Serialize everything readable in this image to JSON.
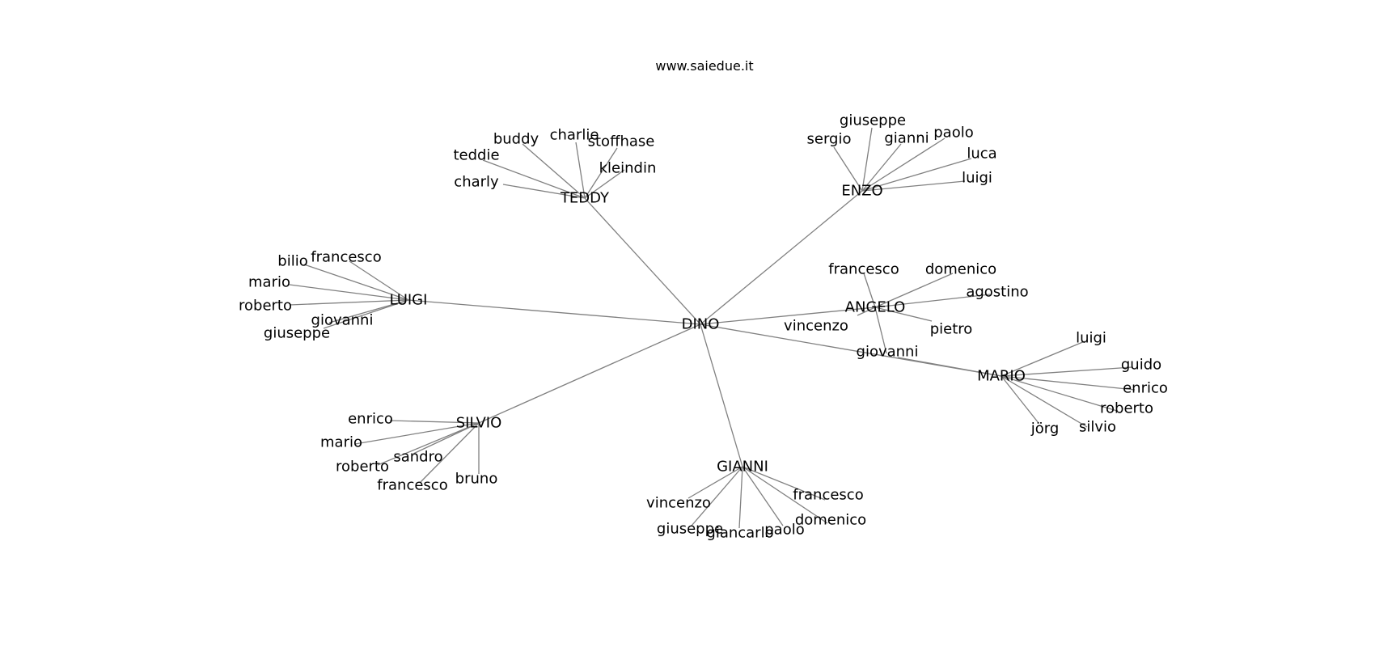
{
  "title": "www.saiedue.it",
  "graph": {
    "center": "DINO",
    "groups": [
      {
        "hub": "TEDDY",
        "leaves": [
          "buddy",
          "charlie",
          "stoffhase",
          "teddie",
          "kleindin",
          "charly"
        ]
      },
      {
        "hub": "ENZO",
        "leaves": [
          "giuseppe",
          "sergio",
          "gianni",
          "paolo",
          "luca",
          "luigi"
        ]
      },
      {
        "hub": "LUIGI",
        "leaves": [
          "bilio",
          "francesco",
          "mario",
          "roberto",
          "giovanni",
          "giuseppe"
        ]
      },
      {
        "hub": "ANGELO",
        "leaves": [
          "francesco",
          "domenico",
          "agostino",
          "vincenzo",
          "pietro",
          "giovanni"
        ]
      },
      {
        "hub": "MARIO",
        "leaves": [
          "luigi",
          "guido",
          "enrico",
          "roberto",
          "silvio",
          "jörg",
          "giovanni"
        ]
      },
      {
        "hub": "SILVIO",
        "leaves": [
          "enrico",
          "mario",
          "sandro",
          "roberto",
          "bruno",
          "francesco"
        ]
      },
      {
        "hub": "GIANNI",
        "leaves": [
          "vincenzo",
          "francesco",
          "domenico",
          "giuseppe",
          "giancarlo",
          "paolo"
        ]
      }
    ]
  }
}
